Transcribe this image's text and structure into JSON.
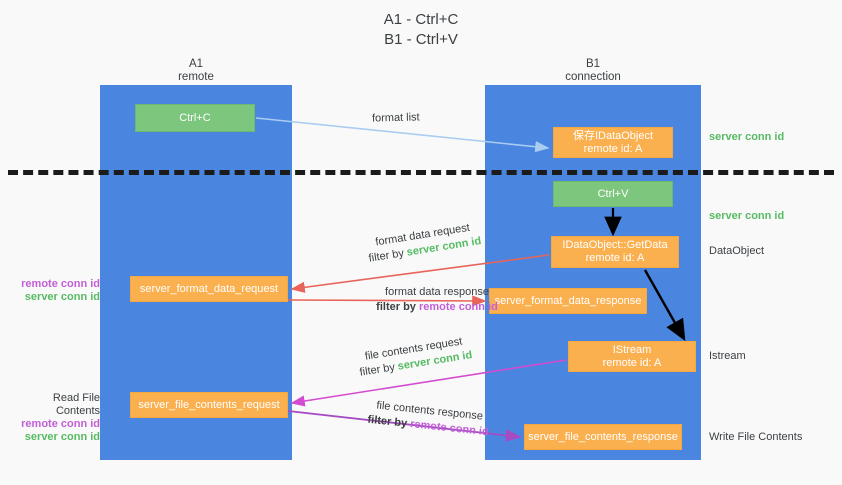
{
  "title": {
    "line1": "A1 - Ctrl+C",
    "line2": "B1 - Ctrl+V"
  },
  "lanes": [
    {
      "id": "a1",
      "name": "A1",
      "role": "remote"
    },
    {
      "id": "b1",
      "name": "B1",
      "role": "connection"
    }
  ],
  "boxes": {
    "ctrl_c": {
      "line1": "Ctrl+C",
      "line2": "",
      "color": "#7dc67d"
    },
    "save_idataobject": {
      "line1": "保存IDataObject",
      "line2": "remote id: A",
      "color": "#fbb050"
    },
    "ctrl_v": {
      "line1": "Ctrl+V",
      "line2": "",
      "color": "#7dc67d"
    },
    "getdata": {
      "line1": "IDataObject::GetData",
      "line2": "remote id: A",
      "color": "#fbb050"
    },
    "format_data_request": {
      "line1": "server_format_data_request",
      "line2": "",
      "color": "#fbb050"
    },
    "format_data_response": {
      "line1": "server_format_data_response",
      "line2": "",
      "color": "#fbb050"
    },
    "istream": {
      "line1": "IStream",
      "line2": "remote id: A",
      "color": "#fbb050"
    },
    "file_contents_request": {
      "line1": "server_file_contents_request",
      "line2": "",
      "color": "#fbb050"
    },
    "file_contents_response": {
      "line1": "server_file_contents_response",
      "line2": "",
      "color": "#fbb050"
    }
  },
  "edges": {
    "format_list": {
      "label": "format list"
    },
    "format_data_request": {
      "label": "format data request",
      "filter_prefix": "filter by ",
      "filter_value": "server conn id"
    },
    "format_data_response": {
      "label": "format data response",
      "filter_prefix": "filter by ",
      "filter_value": "remote conn id"
    },
    "file_contents_request": {
      "label": "file contents request",
      "filter_prefix": "filter by ",
      "filter_value": "server conn id"
    },
    "file_contents_response": {
      "label": "file contents response",
      "filter_prefix": "filter by ",
      "filter_value": "remote conn id"
    }
  },
  "annotations": {
    "server_conn_id_top": "server conn id",
    "server_conn_id_mid": "server conn id",
    "dataobject": "DataObject",
    "istream": "Istream",
    "write_file_contents": "Write File Contents",
    "read_file_contents": "Read File Contents",
    "remote_conn_id_1": "remote conn id",
    "server_conn_id_1": "server conn id",
    "remote_conn_id_2": "remote conn id",
    "server_conn_id_2": "server conn id"
  },
  "colors": {
    "lane": "#4a86e0",
    "green_box": "#7dc67d",
    "orange_box": "#fbb050",
    "server_text": "#57bb63",
    "remote_text": "#c25fd6",
    "arrow_blue": "#a8cdf0",
    "arrow_red": "#e8645a",
    "arrow_magenta": "#d44bd0",
    "arrow_purple": "#a64bc4",
    "arrow_black": "#000000",
    "divider": "#1b1b1b",
    "background": "#f9f9f9"
  }
}
